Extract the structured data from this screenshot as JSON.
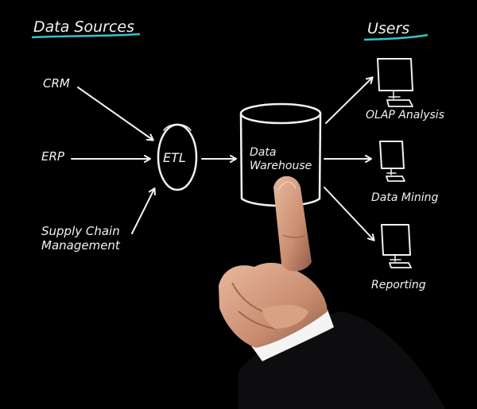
{
  "headings": {
    "sources": "Data Sources",
    "users": "Users"
  },
  "sources": [
    "CRM",
    "ERP",
    "Supply Chain",
    "Management"
  ],
  "process": "ETL",
  "warehouse": [
    "Data",
    "Warehouse"
  ],
  "users": [
    "OLAP Analysis",
    "Data Mining",
    "Reporting"
  ],
  "colors": {
    "background": "#000000",
    "chalk": "#f2f2f2",
    "underline": "#36c3c8",
    "skin": "#d9a58a",
    "suit": "#0d0d0f",
    "cuff": "#f4f4f4"
  }
}
